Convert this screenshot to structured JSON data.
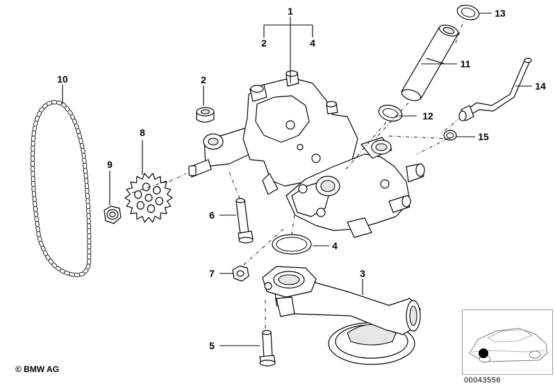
{
  "callouts": {
    "p1": "1",
    "p2a": "2",
    "p4a": "4",
    "p2b": "2",
    "p3": "3",
    "p4b": "4",
    "p5": "5",
    "p6": "6",
    "p7": "7",
    "p8": "8",
    "p9": "9",
    "p10": "10",
    "p11": "11",
    "p12": "12",
    "p13": "13",
    "p14": "14",
    "p15": "15"
  },
  "footer": {
    "copyright": "© BMW AG",
    "drawing_number": "00043556"
  },
  "colors": {
    "line": "#000000",
    "background": "#ffffff",
    "shade": "#e6e6e6",
    "thumbnail_border": "#999999"
  }
}
